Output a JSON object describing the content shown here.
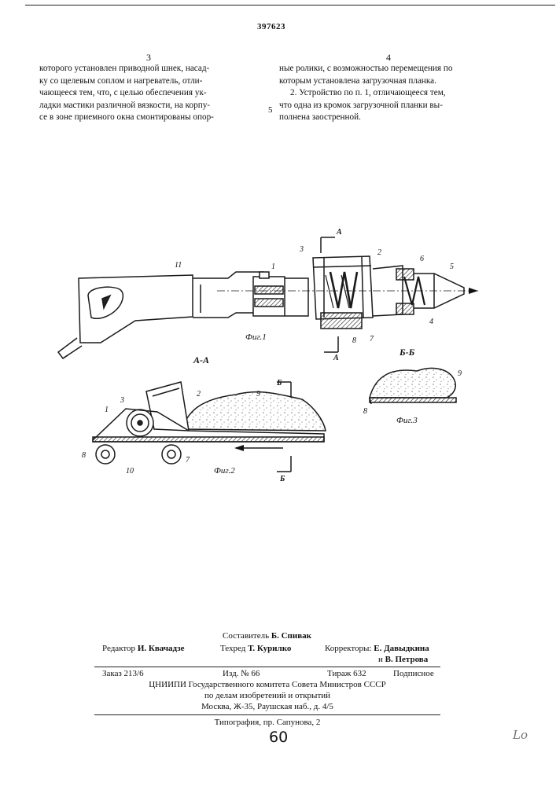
{
  "header": {
    "patent_number": "397623",
    "col_left_number": "3",
    "col_right_number": "4",
    "line_marker": "5"
  },
  "text": {
    "left": [
      "которого установлен приводной шнек, насад-",
      "ку со щелевым соплом и нагреватель, отли-",
      "чающееся тем, что, с целью обеспечения ук-",
      "ладки мастики различной вязкости, на корпу-",
      "се в зоне приемного окна смонтированы опор-"
    ],
    "right": [
      "ные ролики, с возможностью перемещения по",
      "которым установлена загрузочная планка.",
      "2. Устройство по п. 1, отличающееся тем,",
      "что одна из кромок загрузочной планки вы-",
      "полнена заостренной."
    ]
  },
  "figures": {
    "fig1_caption": "Фиг.1",
    "fig2_caption": "Фиг.2",
    "fig3_caption": "Фиг.3",
    "section_aa": "А-А",
    "section_bb": "Б-Б",
    "cut_a": "А",
    "cut_b": "Б",
    "fig1_numbers": [
      "11",
      "1",
      "3",
      "2",
      "6",
      "5",
      "4",
      "7",
      "8"
    ],
    "fig2_numbers": [
      "1",
      "3",
      "2",
      "9",
      "8",
      "10",
      "7"
    ],
    "fig3_numbers": [
      "9",
      "8"
    ]
  },
  "imprint": {
    "compiler_label": "Составитель",
    "compiler": "Б. Спивак",
    "editor_label": "Редактор",
    "editor": "И. Квачадзе",
    "tech_label": "Техред",
    "tech": "Т. Курилко",
    "correctors_label": "Корректоры:",
    "corrector1": "Е. Давыдкина",
    "corrector2_prefix": "и",
    "corrector2": "В. Петрова",
    "order": "Заказ 213/6",
    "issue": "Изд. № 66",
    "circulation": "Тираж 632",
    "subscription": "Подписное",
    "org_line1": "ЦНИИПИ Государственного комитета Совета Министров СССР",
    "org_line2": "по делам изобретений и открытий",
    "address": "Москва, Ж-35, Раушская наб., д. 4/5",
    "printer": "Типография, пр. Сапунова, 2"
  },
  "page_number": "60",
  "margin_note": "Lo"
}
